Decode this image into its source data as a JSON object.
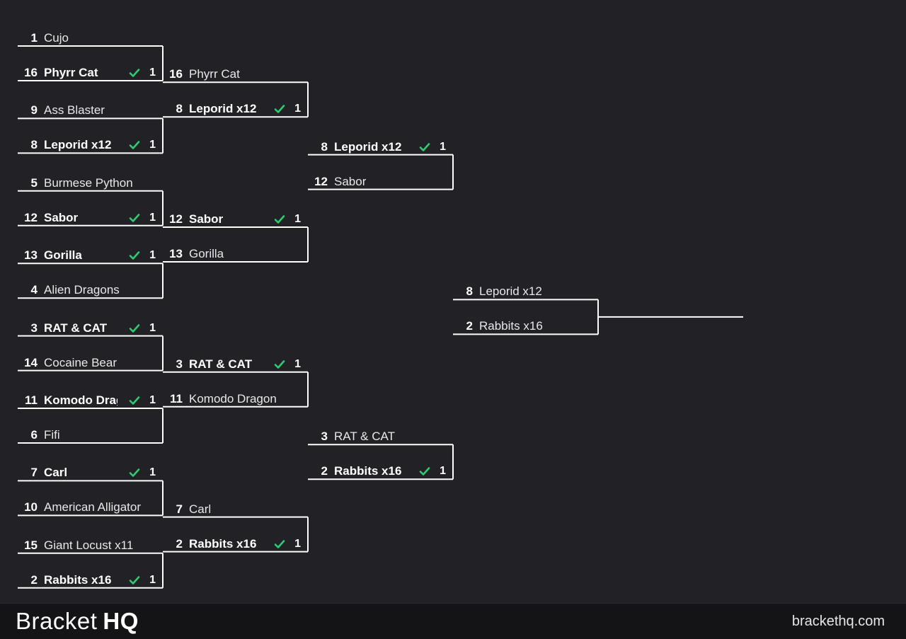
{
  "rounds": [
    {
      "matches": [
        {
          "top": {
            "seed": "1",
            "name": "Cujo"
          },
          "bottom": {
            "seed": "16",
            "name": "Phyrr Cat",
            "score": "1"
          },
          "winner": "bottom"
        },
        {
          "top": {
            "seed": "9",
            "name": "Ass Blaster"
          },
          "bottom": {
            "seed": "8",
            "name": "Leporid x12",
            "score": "1"
          },
          "winner": "bottom"
        },
        {
          "top": {
            "seed": "5",
            "name": "Burmese Python"
          },
          "bottom": {
            "seed": "12",
            "name": "Sabor",
            "score": "1"
          },
          "winner": "bottom"
        },
        {
          "top": {
            "seed": "13",
            "name": "Gorilla",
            "score": "1"
          },
          "bottom": {
            "seed": "4",
            "name": "Alien Dragons"
          },
          "winner": "top"
        },
        {
          "top": {
            "seed": "3",
            "name": "RAT & CAT",
            "score": "1"
          },
          "bottom": {
            "seed": "14",
            "name": "Cocaine Bear"
          },
          "winner": "top"
        },
        {
          "top": {
            "seed": "11",
            "name": "Komodo Dragon",
            "score": "1"
          },
          "bottom": {
            "seed": "6",
            "name": "Fifi"
          },
          "winner": "top"
        },
        {
          "top": {
            "seed": "7",
            "name": "Carl",
            "score": "1"
          },
          "bottom": {
            "seed": "10",
            "name": "American Alligator"
          },
          "winner": "top"
        },
        {
          "top": {
            "seed": "15",
            "name": "Giant Locust x11"
          },
          "bottom": {
            "seed": "2",
            "name": "Rabbits x16",
            "score": "1"
          },
          "winner": "bottom"
        }
      ]
    },
    {
      "matches": [
        {
          "top": {
            "seed": "16",
            "name": "Phyrr Cat"
          },
          "bottom": {
            "seed": "8",
            "name": "Leporid x12",
            "score": "1"
          },
          "winner": "bottom"
        },
        {
          "top": {
            "seed": "12",
            "name": "Sabor",
            "score": "1"
          },
          "bottom": {
            "seed": "13",
            "name": "Gorilla"
          },
          "winner": "top"
        },
        {
          "top": {
            "seed": "3",
            "name": "RAT & CAT",
            "score": "1"
          },
          "bottom": {
            "seed": "11",
            "name": "Komodo Dragon"
          },
          "winner": "top"
        },
        {
          "top": {
            "seed": "7",
            "name": "Carl"
          },
          "bottom": {
            "seed": "2",
            "name": "Rabbits x16",
            "score": "1"
          },
          "winner": "bottom"
        }
      ]
    },
    {
      "matches": [
        {
          "top": {
            "seed": "8",
            "name": "Leporid x12",
            "score": "1"
          },
          "bottom": {
            "seed": "12",
            "name": "Sabor"
          },
          "winner": "top"
        },
        {
          "top": {
            "seed": "3",
            "name": "RAT & CAT"
          },
          "bottom": {
            "seed": "2",
            "name": "Rabbits x16",
            "score": "1"
          },
          "winner": "bottom"
        }
      ]
    },
    {
      "matches": [
        {
          "top": {
            "seed": "8",
            "name": "Leporid x12"
          },
          "bottom": {
            "seed": "2",
            "name": "Rabbits x16"
          },
          "winner": ""
        }
      ]
    }
  ],
  "footer": {
    "brand_light": "Bracket",
    "brand_bold": "HQ",
    "site": "brackethq.com"
  },
  "colors": {
    "background": "#212126",
    "footer_background": "#141417",
    "lines": "#ffffff",
    "check": "#2ecc71"
  },
  "icons": {
    "winner_mark": "check-icon"
  }
}
